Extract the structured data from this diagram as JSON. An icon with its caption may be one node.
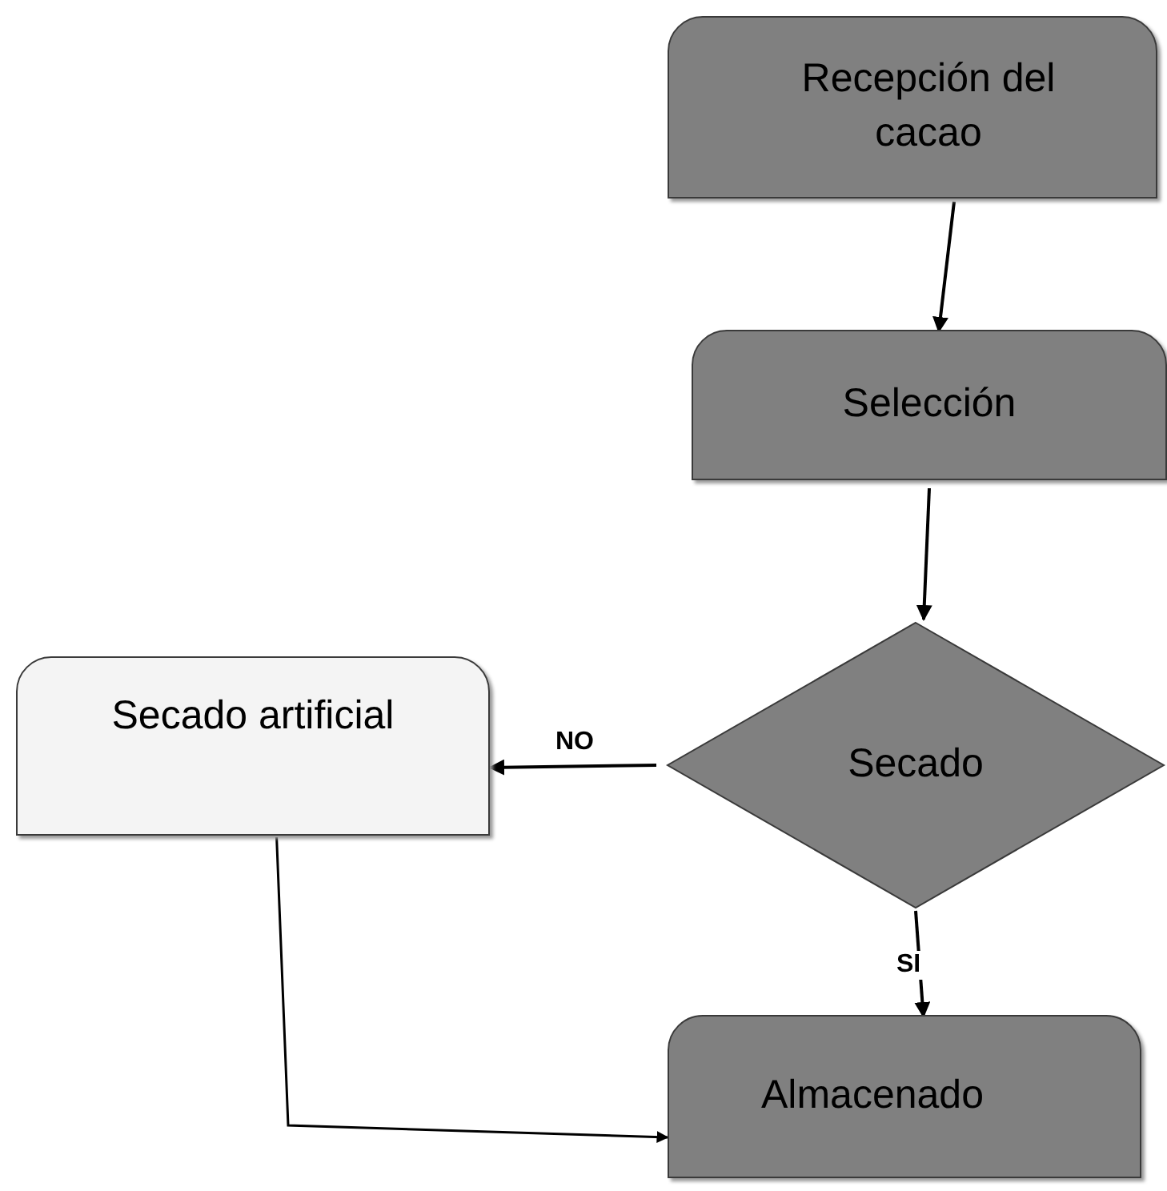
{
  "diagram": {
    "nodes": [
      {
        "text": [
          "Recepción del cacao"
        ]
      },
      {
        "text": [
          "Selección"
        ]
      },
      {
        "text": [
          "Secado"
        ]
      },
      {
        "text": [
          "Secado artificial"
        ]
      },
      {
        "text": [
          "Almacenado"
        ]
      }
    ],
    "edges": [
      {
        "from": 0,
        "to": 1,
        "arrow": "to"
      },
      {
        "from": 1,
        "to": 2,
        "arrow": "to"
      },
      {
        "from": 2,
        "to": 3,
        "arrow": "to",
        "label": "NO"
      },
      {
        "from": 2,
        "to": 4,
        "arrow": "to",
        "label": "SI"
      },
      {
        "from": 3,
        "to": 4,
        "arrow": "to"
      }
    ]
  }
}
